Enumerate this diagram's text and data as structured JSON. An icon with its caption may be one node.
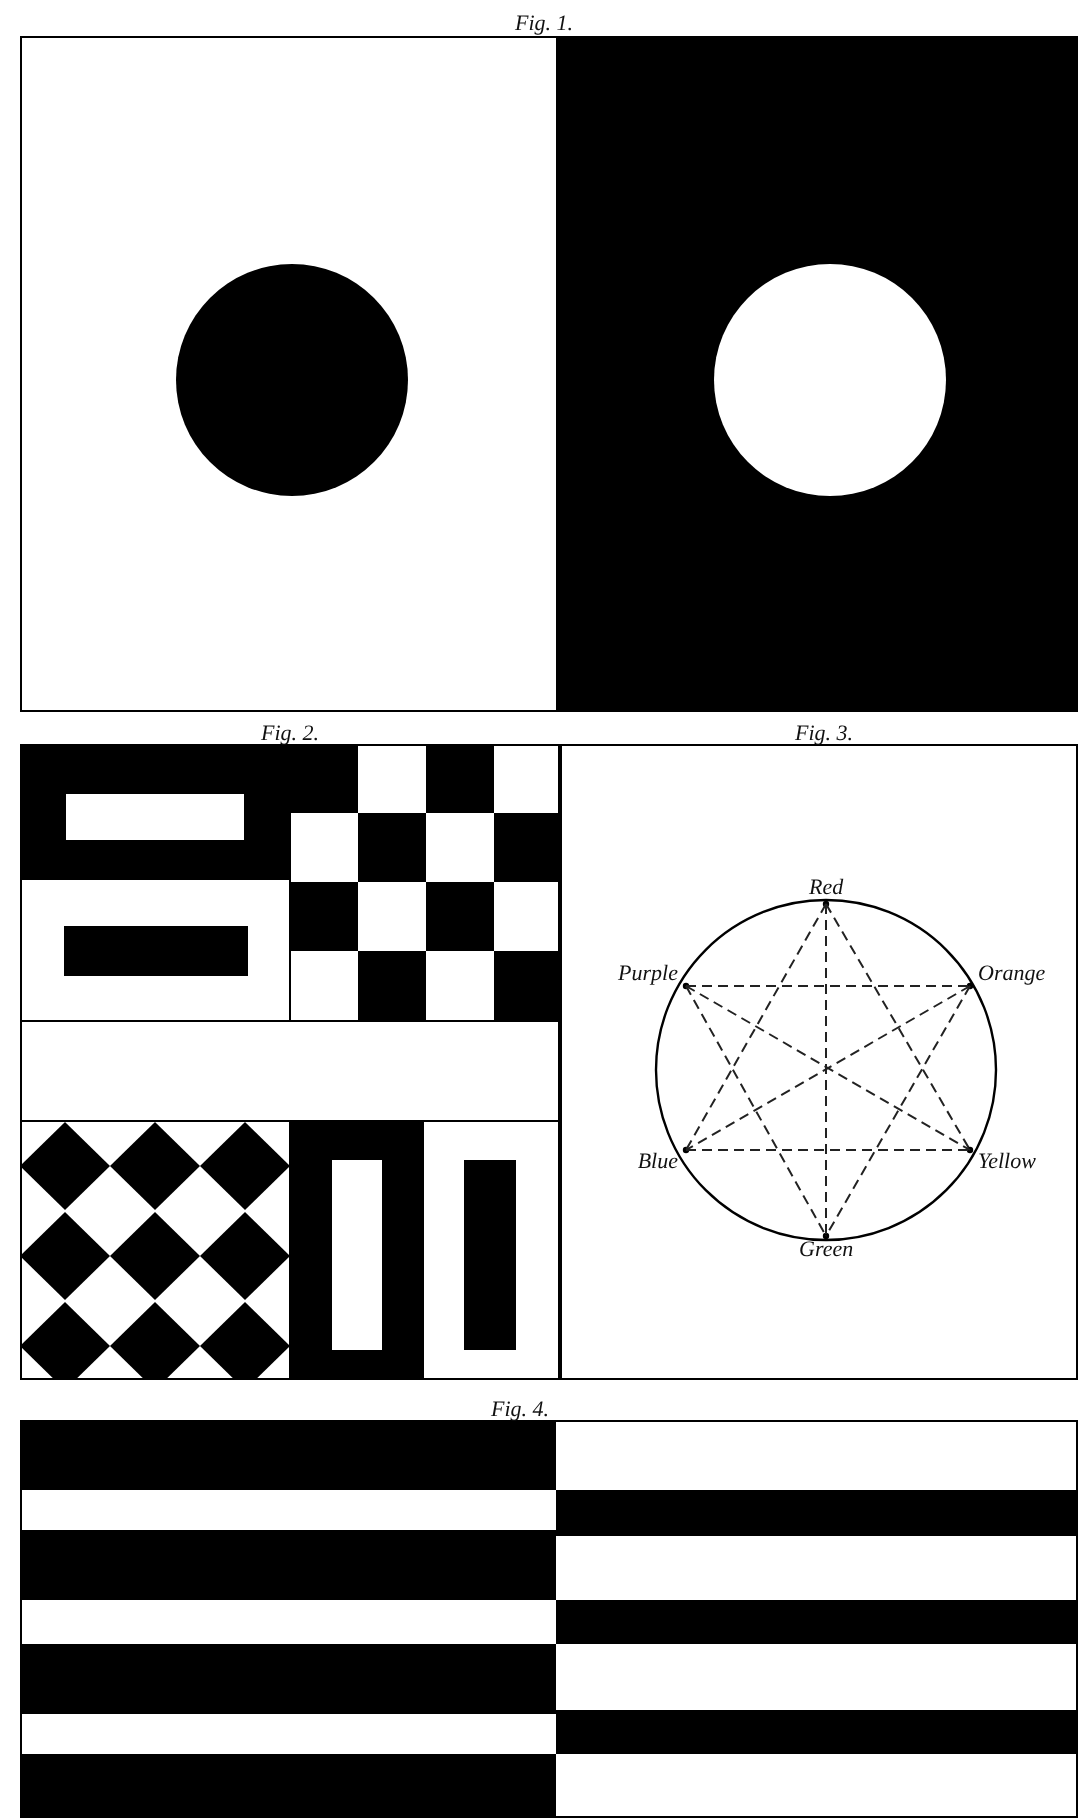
{
  "diagram": {
    "nodes": [
      {
        "text": [
          "Red"
        ]
      },
      {
        "text": [
          "Purple"
        ]
      },
      {
        "text": [
          "Orange"
        ]
      },
      {
        "text": [
          "Blue"
        ]
      },
      {
        "text": [
          "Yellow"
        ]
      },
      {
        "text": [
          "Green"
        ]
      }
    ],
    "edges": [
      {
        "from": 0,
        "to": 5,
        "arrow": "none",
        "style": "dashed"
      },
      {
        "from": 0,
        "to": 3,
        "arrow": "none",
        "style": "dashed"
      },
      {
        "from": 0,
        "to": 4,
        "arrow": "none",
        "style": "dashed"
      },
      {
        "from": 3,
        "to": 4,
        "arrow": "none",
        "style": "dashed"
      },
      {
        "from": 1,
        "to": 2,
        "arrow": "none",
        "style": "dashed"
      },
      {
        "from": 1,
        "to": 5,
        "arrow": "none",
        "style": "dashed"
      },
      {
        "from": 2,
        "to": 5,
        "arrow": "none",
        "style": "dashed"
      },
      {
        "from": 1,
        "to": 4,
        "arrow": "none",
        "style": "dashed"
      },
      {
        "from": 2,
        "to": 3,
        "arrow": "none",
        "style": "dashed"
      }
    ],
    "labels": [
      "Fig. 1.",
      "Fig. 2.",
      "Fig. 3.",
      "Fig. 4."
    ]
  }
}
